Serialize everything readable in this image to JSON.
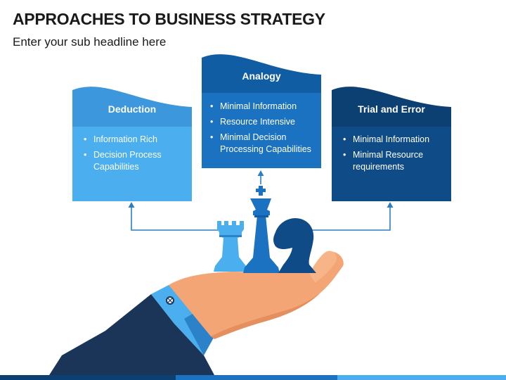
{
  "title": "APPROACHES TO BUSINESS STRATEGY",
  "subtitle": "Enter your sub headline here",
  "cards": [
    {
      "id": "deduction",
      "heading": "Deduction",
      "items": [
        "Information Rich",
        "Decision Process Capabilities"
      ],
      "colors": {
        "top": "#3c97dd",
        "body": "#4aaeef"
      }
    },
    {
      "id": "analogy",
      "heading": "Analogy",
      "items": [
        "Minimal Information",
        "Resource Intensive",
        "Minimal Decision Processing Capabilities"
      ],
      "colors": {
        "top": "#115da3",
        "body": "#1a72c0"
      }
    },
    {
      "id": "trial",
      "heading": "Trial and Error",
      "items": [
        "Minimal Information",
        "Minimal Resource requirements"
      ],
      "colors": {
        "top": "#0c3f72",
        "body": "#0f4c87"
      }
    }
  ],
  "icons": [
    "rook-icon",
    "king-icon",
    "knight-icon",
    "hand-icon",
    "sleeve-icon",
    "cufflink-icon",
    "arrow-up-icon"
  ],
  "colors": {
    "arrow": "#2a7fc7",
    "skin": "#f4a575",
    "sleeve": "#1b3558",
    "cuff": "#4aaeef"
  }
}
